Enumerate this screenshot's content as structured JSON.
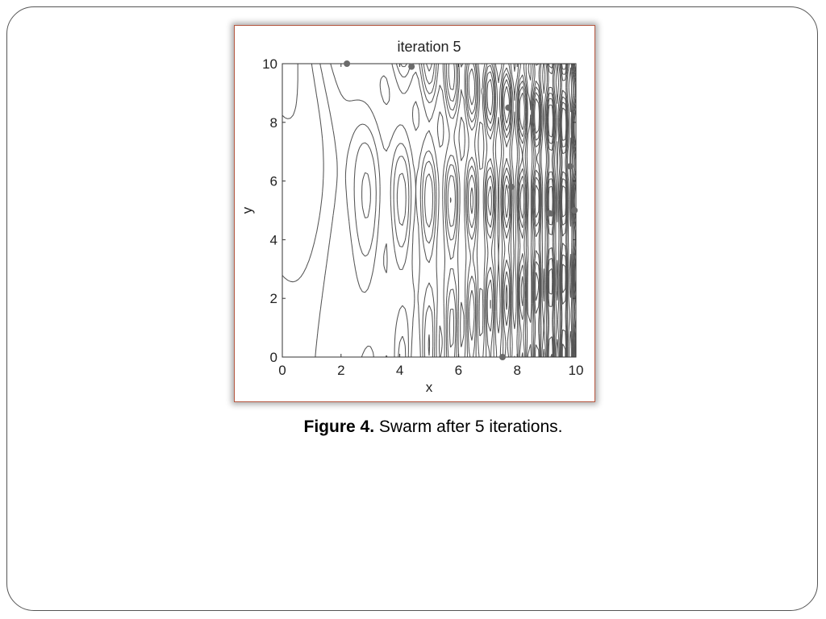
{
  "slide": {
    "caption_label": "Figure 4.",
    "caption_text": "Swarm after 5 iterations."
  },
  "chart_data": {
    "type": "scatter",
    "subtype": "contour-with-particles",
    "title": "iteration 5",
    "xlabel": "x",
    "ylabel": "y",
    "xlim": [
      0,
      10
    ],
    "ylim": [
      0,
      10
    ],
    "xticks": [
      0,
      2,
      4,
      6,
      8,
      10
    ],
    "yticks": [
      0,
      2,
      4,
      6,
      8,
      10
    ],
    "grid": false,
    "line_color": "#555555",
    "marker_color": "#6b6b6b",
    "series": [
      {
        "points": [
          {
            "x": 2.2,
            "y": 10.0
          },
          {
            "x": 4.4,
            "y": 9.9
          },
          {
            "x": 7.7,
            "y": 8.5
          },
          {
            "x": 9.8,
            "y": 6.5
          },
          {
            "x": 7.8,
            "y": 5.8
          },
          {
            "x": 9.1,
            "y": 4.9
          },
          {
            "x": 9.95,
            "y": 5.0
          },
          {
            "x": 7.5,
            "y": 0.0
          }
        ]
      }
    ]
  }
}
